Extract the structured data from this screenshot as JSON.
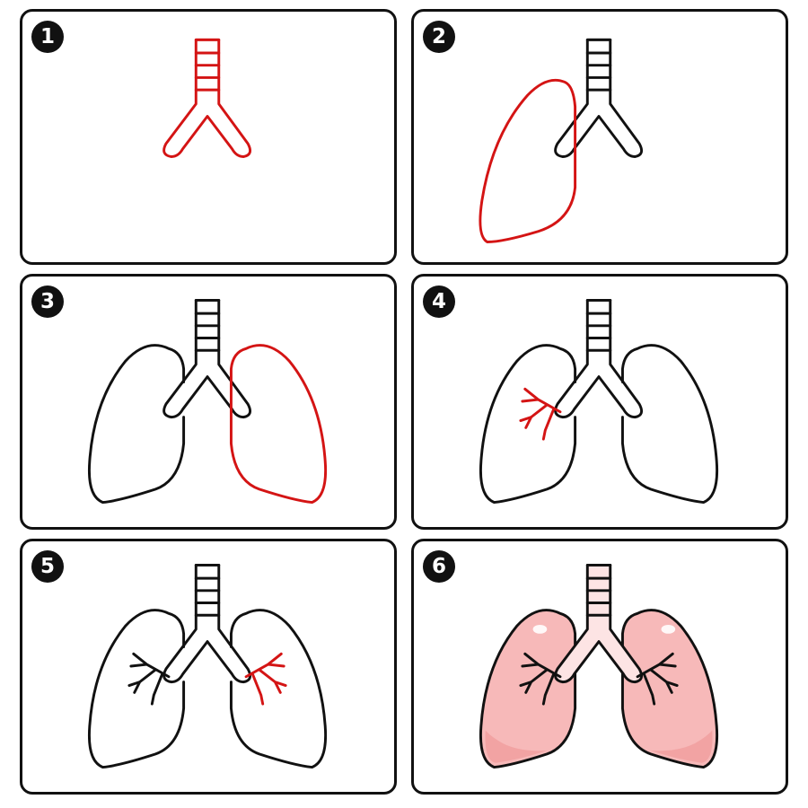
{
  "steps": [
    {
      "number": "1",
      "new_part": "trachea"
    },
    {
      "number": "2",
      "new_part": "left-lung"
    },
    {
      "number": "3",
      "new_part": "right-lung"
    },
    {
      "number": "4",
      "new_part": "left-bronchioles"
    },
    {
      "number": "5",
      "new_part": "right-bronchioles"
    },
    {
      "number": "6",
      "new_part": "coloring"
    }
  ],
  "colors": {
    "outline": "#111111",
    "highlight": "#d41414",
    "lung_fill": "#f7b9b9",
    "lung_shade": "#ef9a9a",
    "airway_fill": "#fde4e4"
  }
}
